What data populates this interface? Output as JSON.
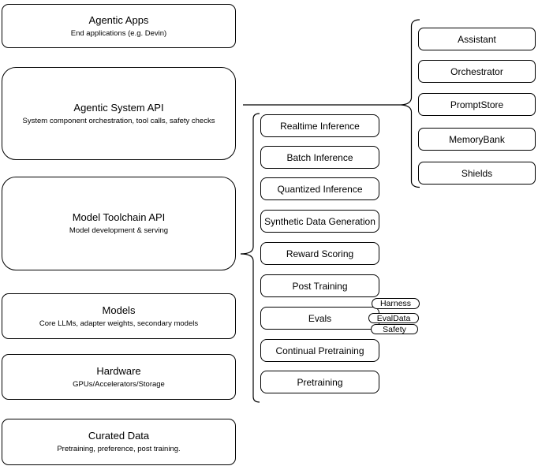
{
  "colors": {
    "background": "#ffffff",
    "node_fill": "#ffffff",
    "node_stroke": "#000000",
    "text": "#000000"
  },
  "left_stack": [
    {
      "title": "Agentic Apps",
      "subtitle": "End applications (e.g. Devin)"
    },
    {
      "title": "Agentic System API",
      "subtitle": "System component orchestration, tool calls, safety checks"
    },
    {
      "title": "Model Toolchain API",
      "subtitle": "Model development & serving"
    },
    {
      "title": "Models",
      "subtitle": "Core LLMs, adapter weights, secondary models"
    },
    {
      "title": "Hardware",
      "subtitle": "GPUs/Accelerators/Storage"
    },
    {
      "title": "Curated Data",
      "subtitle": "Pretraining, preference, post training."
    }
  ],
  "toolchain_items": [
    "Realtime Inference",
    "Batch Inference",
    "Quantized Inference",
    "Synthetic Data Generation",
    "Reward Scoring",
    "Post Training",
    "Evals",
    "Continual Pretraining",
    "Pretraining"
  ],
  "eval_tags": [
    "Harness",
    "EvalData",
    "Safety"
  ],
  "system_components": [
    "Assistant",
    "Orchestrator",
    "PromptStore",
    "MemoryBank",
    "Shields"
  ]
}
